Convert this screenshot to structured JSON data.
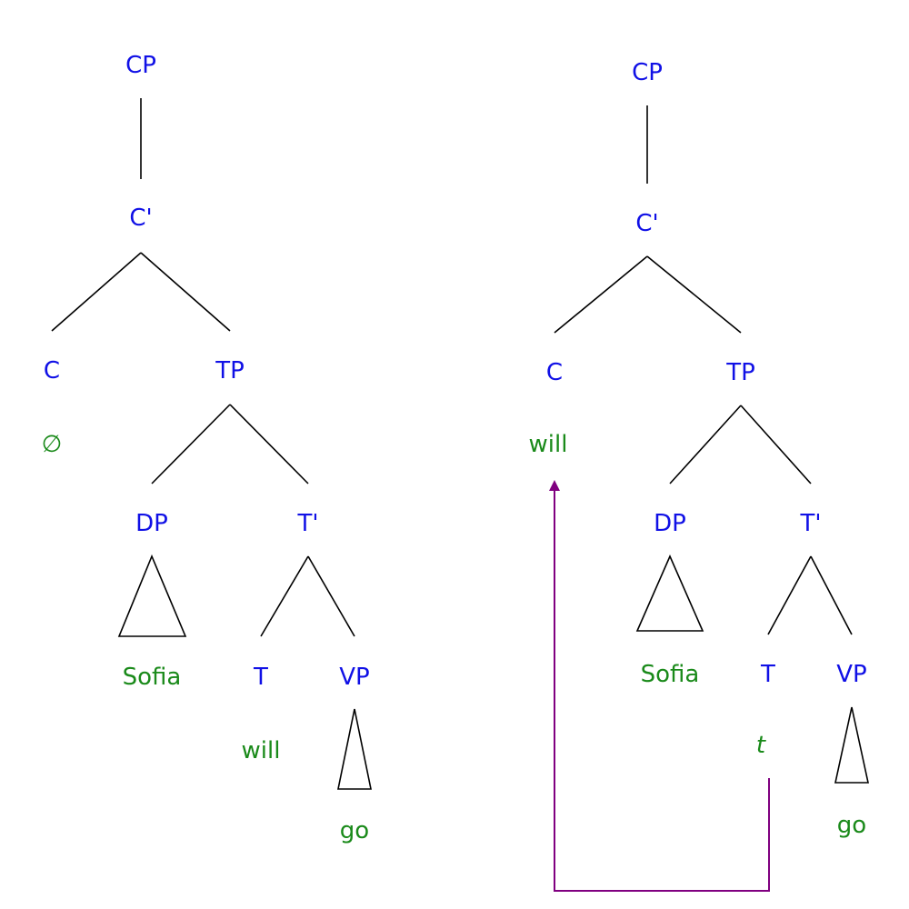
{
  "colors": {
    "category": "#1010e6",
    "word": "#1a8a1a",
    "branch": "#000000",
    "movement": "#800080"
  },
  "left_tree": {
    "cp": "CP",
    "c_bar": "C'",
    "c": "C",
    "c_head": "∅",
    "tp": "TP",
    "dp": "DP",
    "subject": "Sofia",
    "t_bar": "T'",
    "t": "T",
    "t_head": "will",
    "vp": "VP",
    "verb": "go"
  },
  "right_tree": {
    "cp": "CP",
    "c_bar": "C'",
    "c": "C",
    "c_head": "will",
    "tp": "TP",
    "dp": "DP",
    "subject": "Sofia",
    "t_bar": "T'",
    "t": "T",
    "t_head": "t",
    "vp": "VP",
    "verb": "go"
  }
}
